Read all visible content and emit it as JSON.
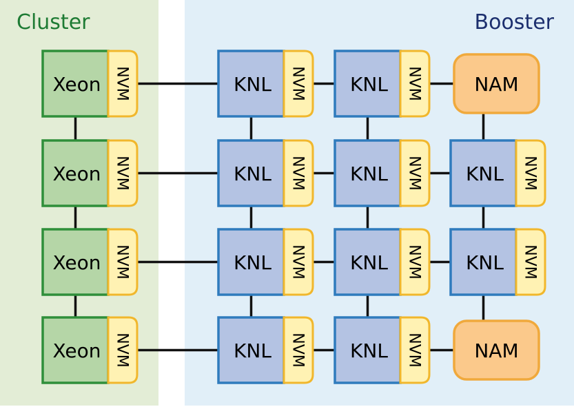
{
  "regions": {
    "cluster": {
      "label": "Cluster"
    },
    "booster": {
      "label": "Booster"
    }
  },
  "cluster_nodes": [
    {
      "label": "Xeon",
      "nvm": "NVM"
    },
    {
      "label": "Xeon",
      "nvm": "NVM"
    },
    {
      "label": "Xeon",
      "nvm": "NVM"
    },
    {
      "label": "Xeon",
      "nvm": "NVM"
    }
  ],
  "booster_grid": [
    [
      {
        "kind": "knl",
        "label": "KNL",
        "nvm": "NVM"
      },
      {
        "kind": "knl",
        "label": "KNL",
        "nvm": "NVM"
      },
      {
        "kind": "nam",
        "label": "NAM"
      }
    ],
    [
      {
        "kind": "knl",
        "label": "KNL",
        "nvm": "NVM"
      },
      {
        "kind": "knl",
        "label": "KNL",
        "nvm": "NVM"
      },
      {
        "kind": "knl",
        "label": "KNL",
        "nvm": "NVM"
      }
    ],
    [
      {
        "kind": "knl",
        "label": "KNL",
        "nvm": "NVM"
      },
      {
        "kind": "knl",
        "label": "KNL",
        "nvm": "NVM"
      },
      {
        "kind": "knl",
        "label": "KNL",
        "nvm": "NVM"
      }
    ],
    [
      {
        "kind": "knl",
        "label": "KNL",
        "nvm": "NVM"
      },
      {
        "kind": "knl",
        "label": "KNL",
        "nvm": "NVM"
      },
      {
        "kind": "nam",
        "label": "NAM"
      }
    ]
  ],
  "colors": {
    "cluster_bg": "#e3edd6",
    "booster_bg": "#e1eff8",
    "cluster_label": "#1e7b34",
    "booster_label": "#1c2f6e",
    "xeon_fill": "#b5d6a7",
    "xeon_stroke": "#2f8f3a",
    "knl_fill": "#b4c3e3",
    "knl_stroke": "#2f7bbd",
    "nvm_fill": "#fff2b3",
    "nvm_stroke": "#f1b72c",
    "nam_fill": "#fbc98b",
    "nam_stroke": "#f0a93c",
    "link": "#111111"
  }
}
